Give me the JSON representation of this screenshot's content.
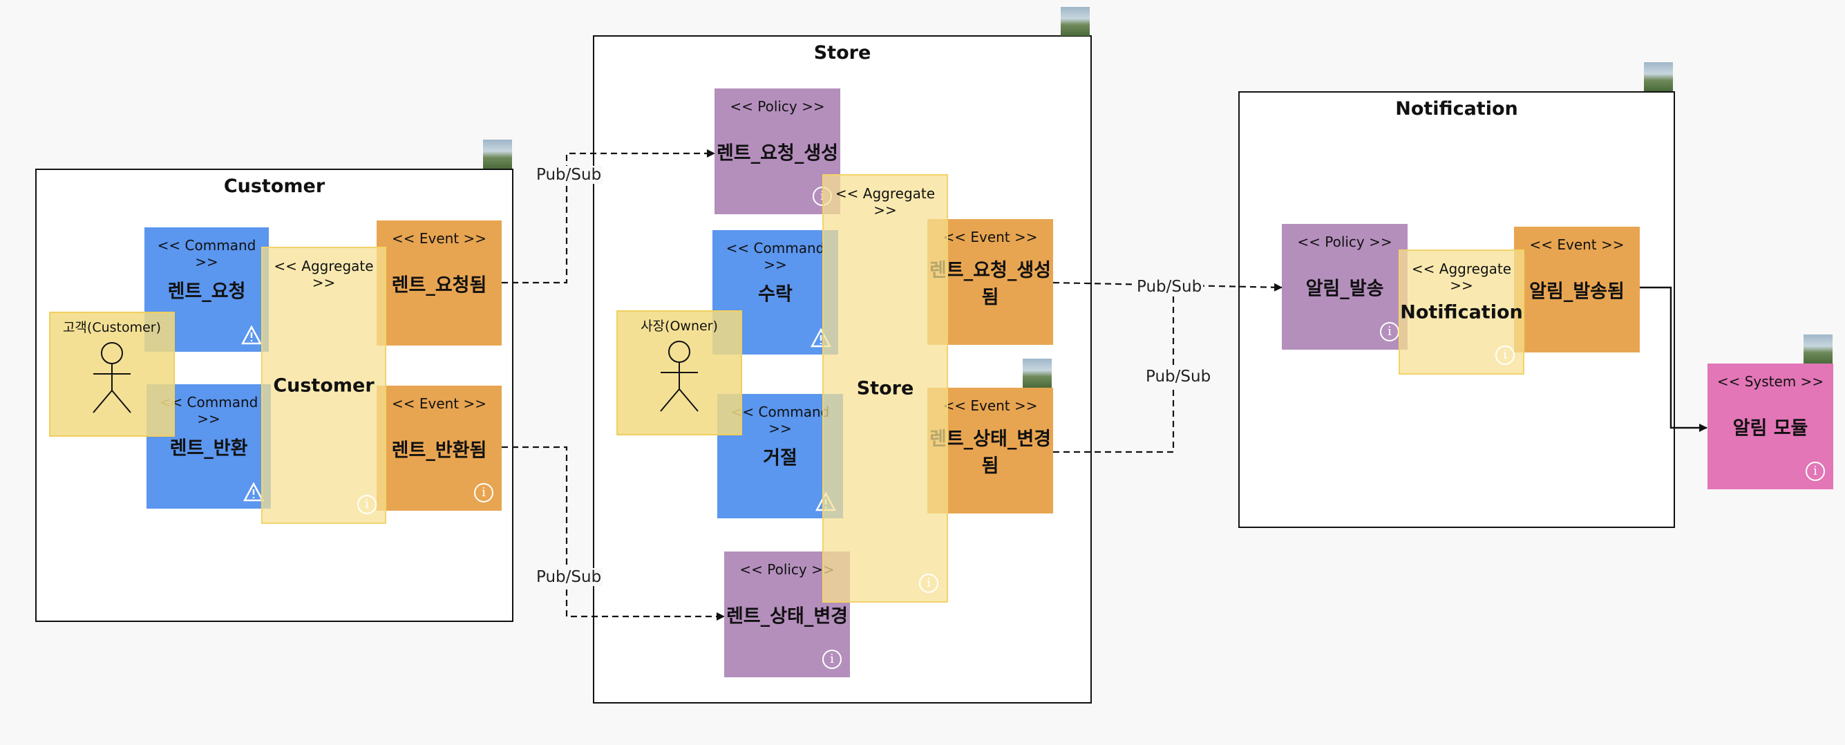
{
  "contexts": {
    "customer": {
      "title": "Customer"
    },
    "store": {
      "title": "Store"
    },
    "notification": {
      "title": "Notification"
    }
  },
  "stereotypes": {
    "command": "<< Command >>",
    "event": "<< Event >>",
    "policy": "<< Policy >>",
    "aggregate": "<< Aggregate >>",
    "system": "<< System >>"
  },
  "customer": {
    "actor": "고객(Customer)",
    "cmd_request": "렌트_요청",
    "cmd_return": "렌트_반환",
    "aggregate": "Customer",
    "evt_requested": "렌트_요청됨",
    "evt_returned": "렌트_반환됨"
  },
  "store": {
    "actor": "사장(Owner)",
    "policy_create": "렌트_요청_생성",
    "cmd_accept": "수락",
    "cmd_reject": "거절",
    "aggregate": "Store",
    "evt_created": "렌트_요청_생성됨",
    "evt_status_changed": "렌트_상태_변경됨",
    "policy_status": "렌트_상태_변경"
  },
  "notification": {
    "policy_send": "알림_발송",
    "aggregate": "Notification",
    "evt_sent": "알림_발송됨"
  },
  "system": {
    "name": "알림 모듈"
  },
  "connections": {
    "label": "Pub/Sub"
  },
  "colors": {
    "command": "#5b96ef",
    "event": "#e8a551",
    "policy": "#b48fbc",
    "aggregate": "#f6e191",
    "actor": "#f2da82",
    "system": "#e276b7"
  }
}
